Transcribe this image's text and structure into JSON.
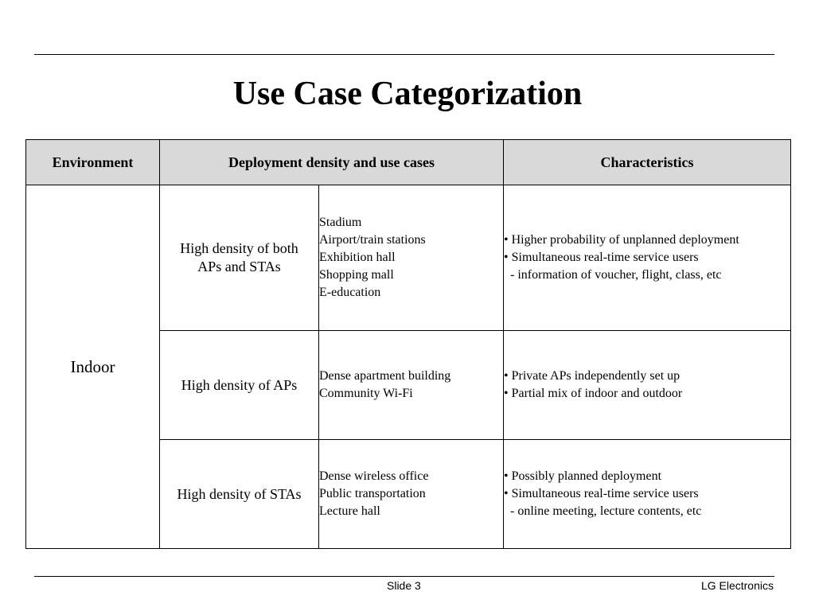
{
  "title": "Use Case Categorization",
  "table": {
    "headers": {
      "environment": "Environment",
      "deployment": "Deployment density and use cases",
      "characteristics": "Characteristics"
    },
    "environment": "Indoor",
    "rows": [
      {
        "density": "High density of both APs and STAs",
        "use_cases": [
          "Stadium",
          "Airport/train stations",
          "Exhibition hall",
          "Shopping mall",
          "E-education"
        ],
        "characteristics": [
          "• Higher probability of unplanned deployment",
          "• Simultaneous real-time service users",
          "- information of voucher, flight, class, etc"
        ]
      },
      {
        "density": "High density of APs",
        "use_cases": [
          "Dense apartment building",
          "Community Wi-Fi"
        ],
        "characteristics": [
          "• Private APs independently set up",
          "• Partial mix of indoor and outdoor"
        ]
      },
      {
        "density": "High density of STAs",
        "use_cases": [
          "Dense wireless office",
          "Public transportation",
          "Lecture hall"
        ],
        "characteristics": [
          "• Possibly planned deployment",
          "• Simultaneous real-time service users",
          "- online meeting, lecture contents, etc"
        ]
      }
    ]
  },
  "footer": {
    "slide": "Slide 3",
    "organization": "LG Electronics"
  }
}
